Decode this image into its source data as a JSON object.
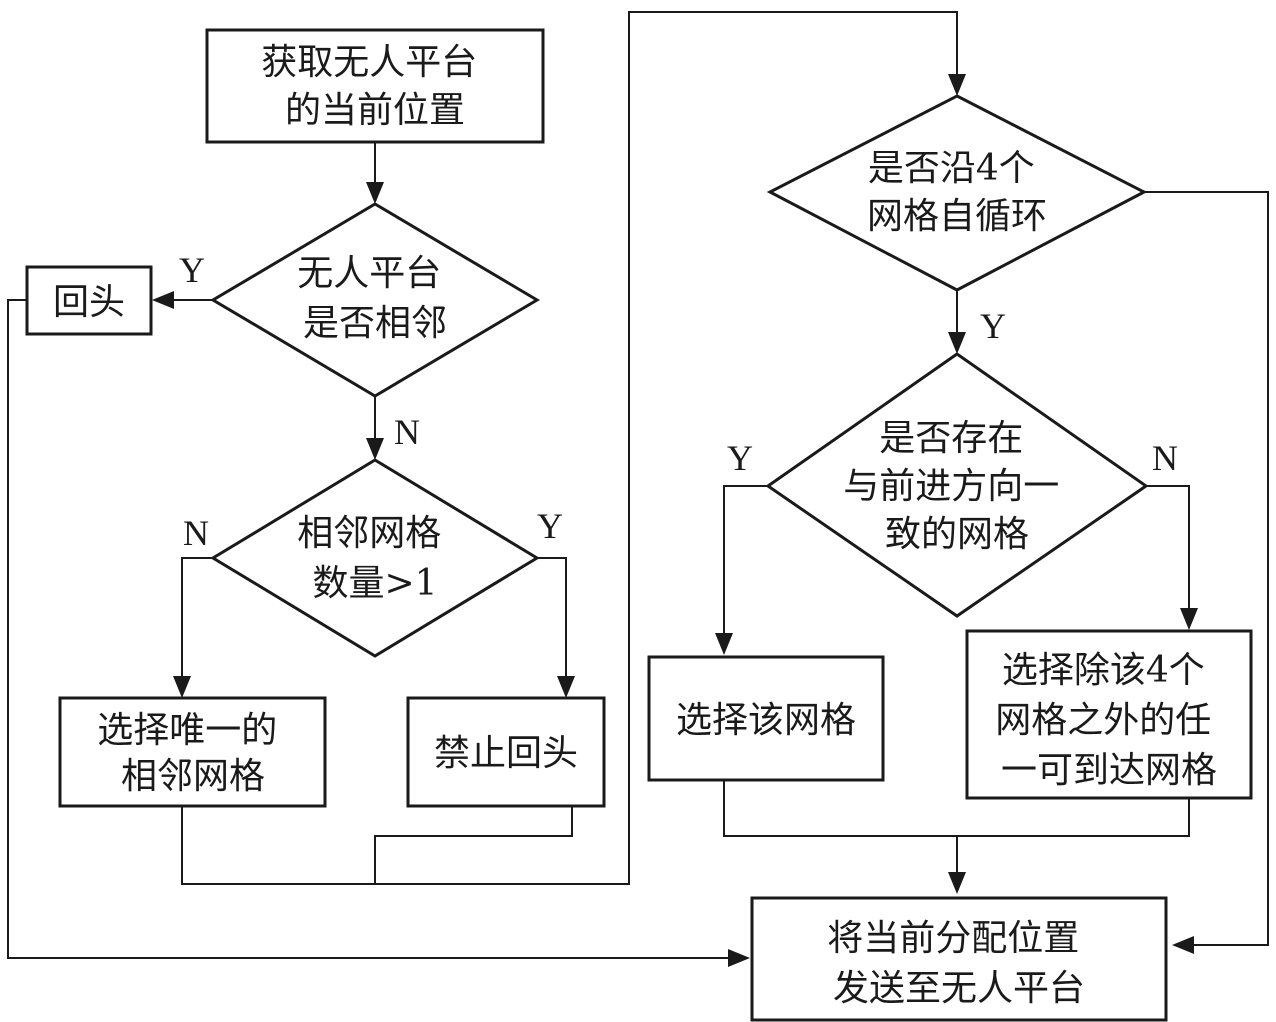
{
  "nodes": {
    "get_position": {
      "lines": [
        "获取无人平台",
        "的当前位置"
      ]
    },
    "adjacent_check": {
      "lines": [
        "无人平台",
        "是否相邻"
      ]
    },
    "turn_back": {
      "lines": [
        "回头"
      ]
    },
    "neighbor_count": {
      "lines": [
        "相邻网格",
        "数量>1"
      ]
    },
    "select_unique": {
      "lines": [
        "选择唯一的",
        "相邻网格"
      ]
    },
    "no_turn_back": {
      "lines": [
        "禁止回头"
      ]
    },
    "loop_check": {
      "lines": [
        "是否沿4个",
        "网格自循环"
      ]
    },
    "direction_check": {
      "lines": [
        "是否存在",
        "与前进方向一",
        "致的网格"
      ]
    },
    "select_grid": {
      "lines": [
        "选择该网格"
      ]
    },
    "select_other": {
      "lines": [
        "选择除该4个",
        "网格之外的任",
        "一可到达网格"
      ]
    },
    "send_position": {
      "lines": [
        "将当前分配位置",
        "发送至无人平台"
      ]
    }
  },
  "branch_labels": {
    "adjacent_yes": "Y",
    "adjacent_no": "N",
    "count_no": "N",
    "count_yes": "Y",
    "loop_yes": "Y",
    "direction_yes": "Y",
    "direction_no": "N"
  }
}
